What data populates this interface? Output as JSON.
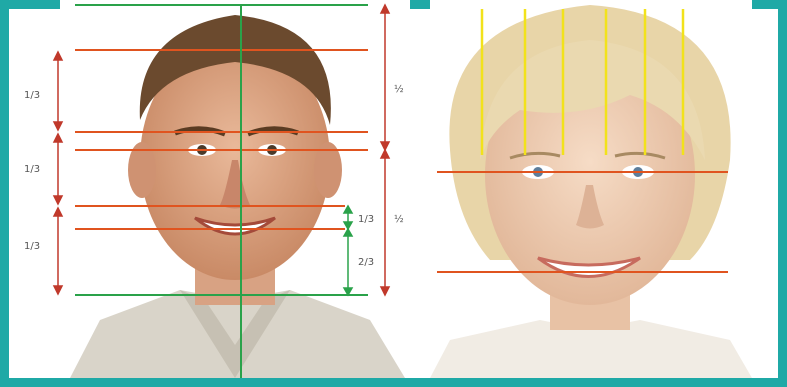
{
  "palette": {
    "border": "#1fa9a6",
    "horizontal_line": "#e0541f",
    "arrow": "#c0392b",
    "vertical_center": "#2aa24a",
    "chin_line": "#2aa24a",
    "hair_line": "#f2e21b",
    "label": "#555555"
  },
  "left_face": {
    "left_scale_labels": [
      "1/3",
      "1/3",
      "1/3"
    ],
    "right_scale_labels": [
      "½",
      "½"
    ],
    "inner_scale_labels": [
      "1/3",
      "2/3"
    ]
  },
  "right_face": {
    "description_icons": [
      "yellow-vertical-lines",
      "eye-line",
      "mouth-line"
    ]
  }
}
